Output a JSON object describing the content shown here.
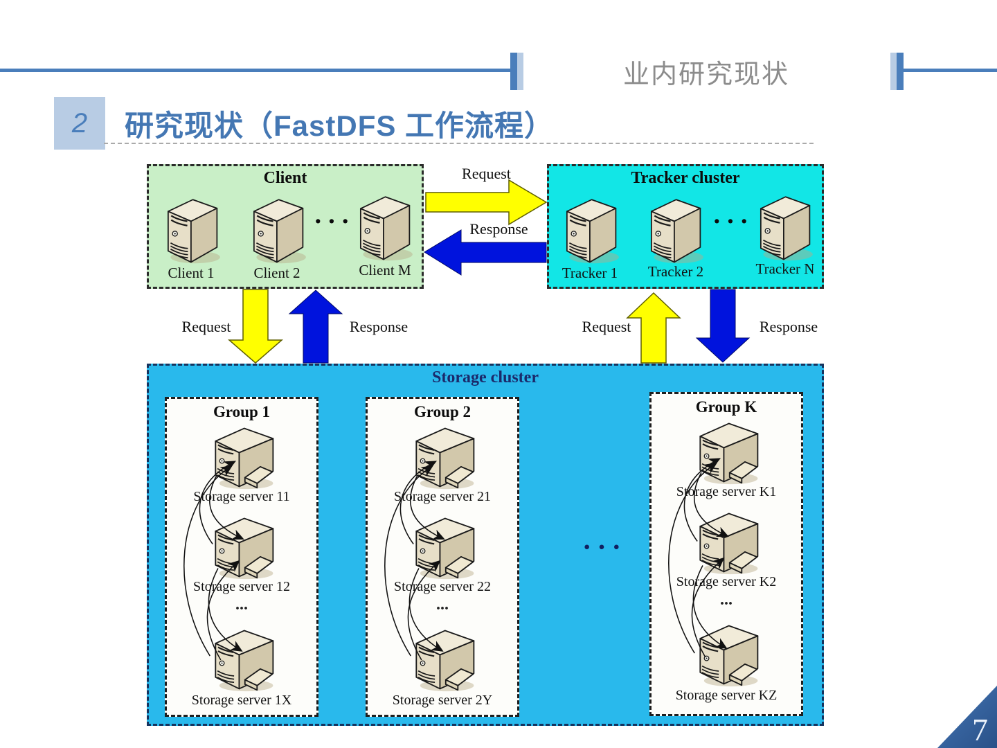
{
  "header": {
    "section_label": "业内研究现状"
  },
  "title": {
    "number": "2",
    "text": "研究现状（FastDFS 工作流程）"
  },
  "page_number": "7",
  "diagram": {
    "client_box": {
      "title": "Client",
      "servers": [
        "Client 1",
        "Client 2",
        "Client M"
      ],
      "ellipsis": "···"
    },
    "tracker_box": {
      "title": "Tracker cluster",
      "servers": [
        "Tracker 1",
        "Tracker 2",
        "Tracker N"
      ],
      "ellipsis": "···"
    },
    "arrows": {
      "top_request": "Request",
      "top_response": "Response",
      "left_request": "Request",
      "left_response": "Response",
      "right_request": "Request",
      "right_response": "Response"
    },
    "storage_cluster": {
      "title": "Storage cluster",
      "ellipsis": "···",
      "groups": [
        {
          "title": "Group 1",
          "servers": [
            "Storage server 11",
            "Storage server 12",
            "Storage server 1X"
          ],
          "dots": "..."
        },
        {
          "title": "Group 2",
          "servers": [
            "Storage server 21",
            "Storage server 22",
            "Storage server 2Y"
          ],
          "dots": "..."
        },
        {
          "title": "Group K",
          "servers": [
            "Storage server K1",
            "Storage server K2",
            "Storage server KZ"
          ],
          "dots": "..."
        }
      ]
    }
  },
  "colors": {
    "accent_blue": "#4a7ebb",
    "light_accent": "#b8cce4",
    "title_blue": "#4477b3",
    "header_gray": "#8c8c8c",
    "client_bg": "#c9efc7",
    "tracker_bg": "#12e6e6",
    "storage_bg": "#29b9ec",
    "request_yellow": "#ffff00",
    "response_blue": "#0013dd"
  }
}
